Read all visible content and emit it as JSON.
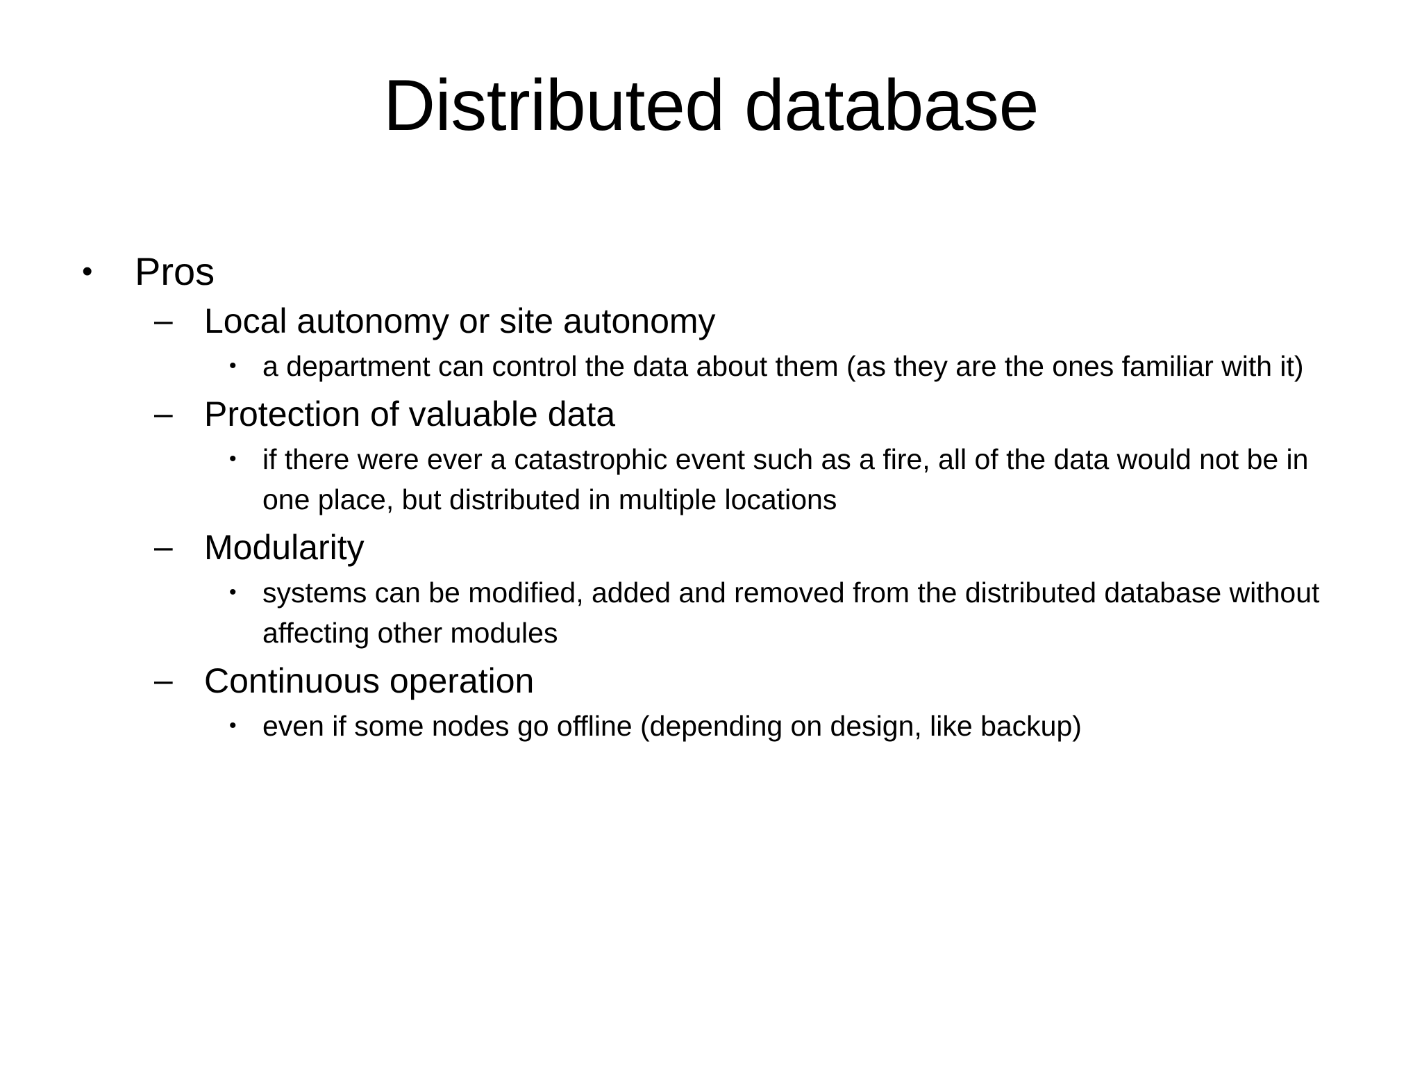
{
  "slide": {
    "title": "Distributed database",
    "background_color": "#ffffff",
    "text_color": "#000000",
    "markers": {
      "level1": "•",
      "level2": "–",
      "level3": "•"
    },
    "outline": [
      {
        "level": 1,
        "marker": "•",
        "text": "Pros"
      },
      {
        "level": 2,
        "marker": "–",
        "text": "Local autonomy or site autonomy"
      },
      {
        "level": 3,
        "marker": "•",
        "text": "a department can control the data about them (as they are the ones familiar with it)"
      },
      {
        "level": 2,
        "marker": "–",
        "text": "Protection of valuable data"
      },
      {
        "level": 3,
        "marker": "•",
        "text": "if there were ever a catastrophic event such as a fire, all of the data would not be in one place, but distributed in multiple locations"
      },
      {
        "level": 2,
        "marker": "–",
        "text": "Modularity"
      },
      {
        "level": 3,
        "marker": "•",
        "text": "systems can be modified, added and removed from the distributed database without affecting other modules"
      },
      {
        "level": 2,
        "marker": "–",
        "text": "Continuous operation"
      },
      {
        "level": 3,
        "marker": "•",
        "text": "even if some nodes go offline (depending on design, like backup)"
      }
    ]
  }
}
